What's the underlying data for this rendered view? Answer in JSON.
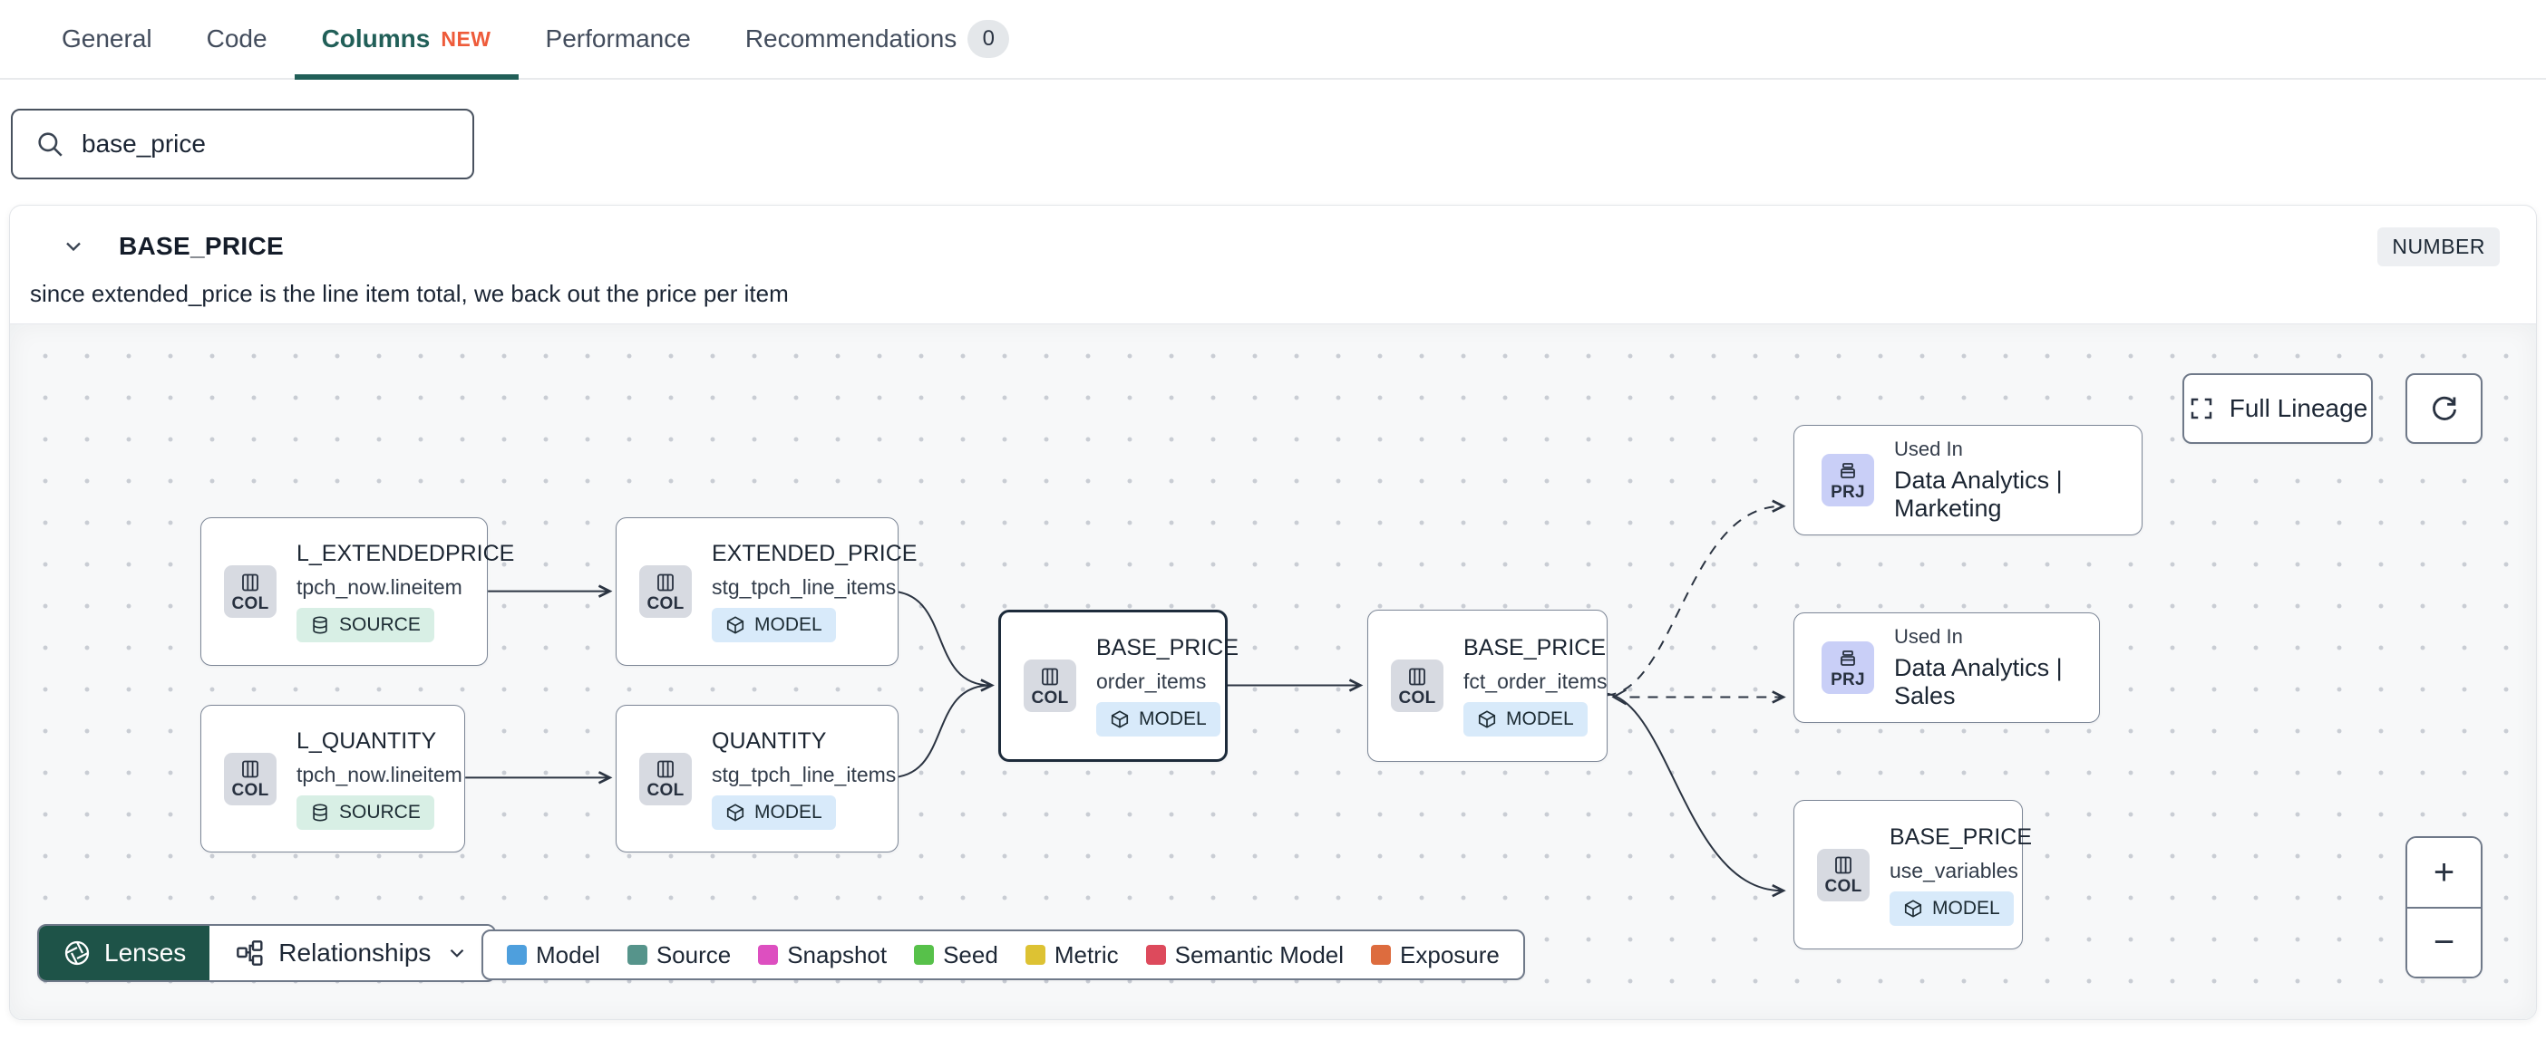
{
  "tabs": [
    {
      "label": "General"
    },
    {
      "label": "Code"
    },
    {
      "label": "Columns",
      "badge": "NEW"
    },
    {
      "label": "Performance"
    },
    {
      "label": "Recommendations",
      "badge": "0"
    }
  ],
  "search": {
    "value": "base_price"
  },
  "column": {
    "name": "BASE_PRICE",
    "type": "NUMBER",
    "description": "since extended_price is the line item total, we back out the price per item"
  },
  "lineage": {
    "controls": {
      "full_lineage": "Full Lineage",
      "zoom_in": "+",
      "zoom_out": "−",
      "lenses": "Lenses",
      "relationships": "Relationships"
    },
    "nodes": [
      {
        "title": "L_EXTENDEDPRICE",
        "subtitle": "tpch_now.lineitem",
        "chip": "COL",
        "badge": "SOURCE"
      },
      {
        "title": "EXTENDED_PRICE",
        "subtitle": "stg_tpch_line_items",
        "chip": "COL",
        "badge": "MODEL"
      },
      {
        "title": "L_QUANTITY",
        "subtitle": "tpch_now.lineitem",
        "chip": "COL",
        "badge": "SOURCE"
      },
      {
        "title": "QUANTITY",
        "subtitle": "stg_tpch_line_items",
        "chip": "COL",
        "badge": "MODEL"
      },
      {
        "title": "BASE_PRICE",
        "subtitle": "order_items",
        "chip": "COL",
        "badge": "MODEL",
        "selected": true
      },
      {
        "title": "BASE_PRICE",
        "subtitle": "fct_order_items",
        "chip": "COL",
        "badge": "MODEL"
      },
      {
        "label": "Used In",
        "title": "Data Analytics | Marketing",
        "chip": "PRJ"
      },
      {
        "label": "Used In",
        "title": "Data Analytics | Sales",
        "chip": "PRJ"
      },
      {
        "title": "BASE_PRICE",
        "subtitle": "use_variables",
        "chip": "COL",
        "badge": "MODEL"
      }
    ],
    "legend": [
      {
        "label": "Model",
        "color": "#4e9fdd"
      },
      {
        "label": "Source",
        "color": "#56948b"
      },
      {
        "label": "Snapshot",
        "color": "#dd4fc0"
      },
      {
        "label": "Seed",
        "color": "#57c14a"
      },
      {
        "label": "Metric",
        "color": "#ddc233"
      },
      {
        "label": "Semantic Model",
        "color": "#dd4a5c"
      },
      {
        "label": "Exposure",
        "color": "#dd6c3e"
      }
    ],
    "colors": {
      "accent_teal": "#215f58",
      "lenses_bg": "#1e5348",
      "new_badge": "#ee5b3a",
      "edge": "#2b3442"
    }
  }
}
